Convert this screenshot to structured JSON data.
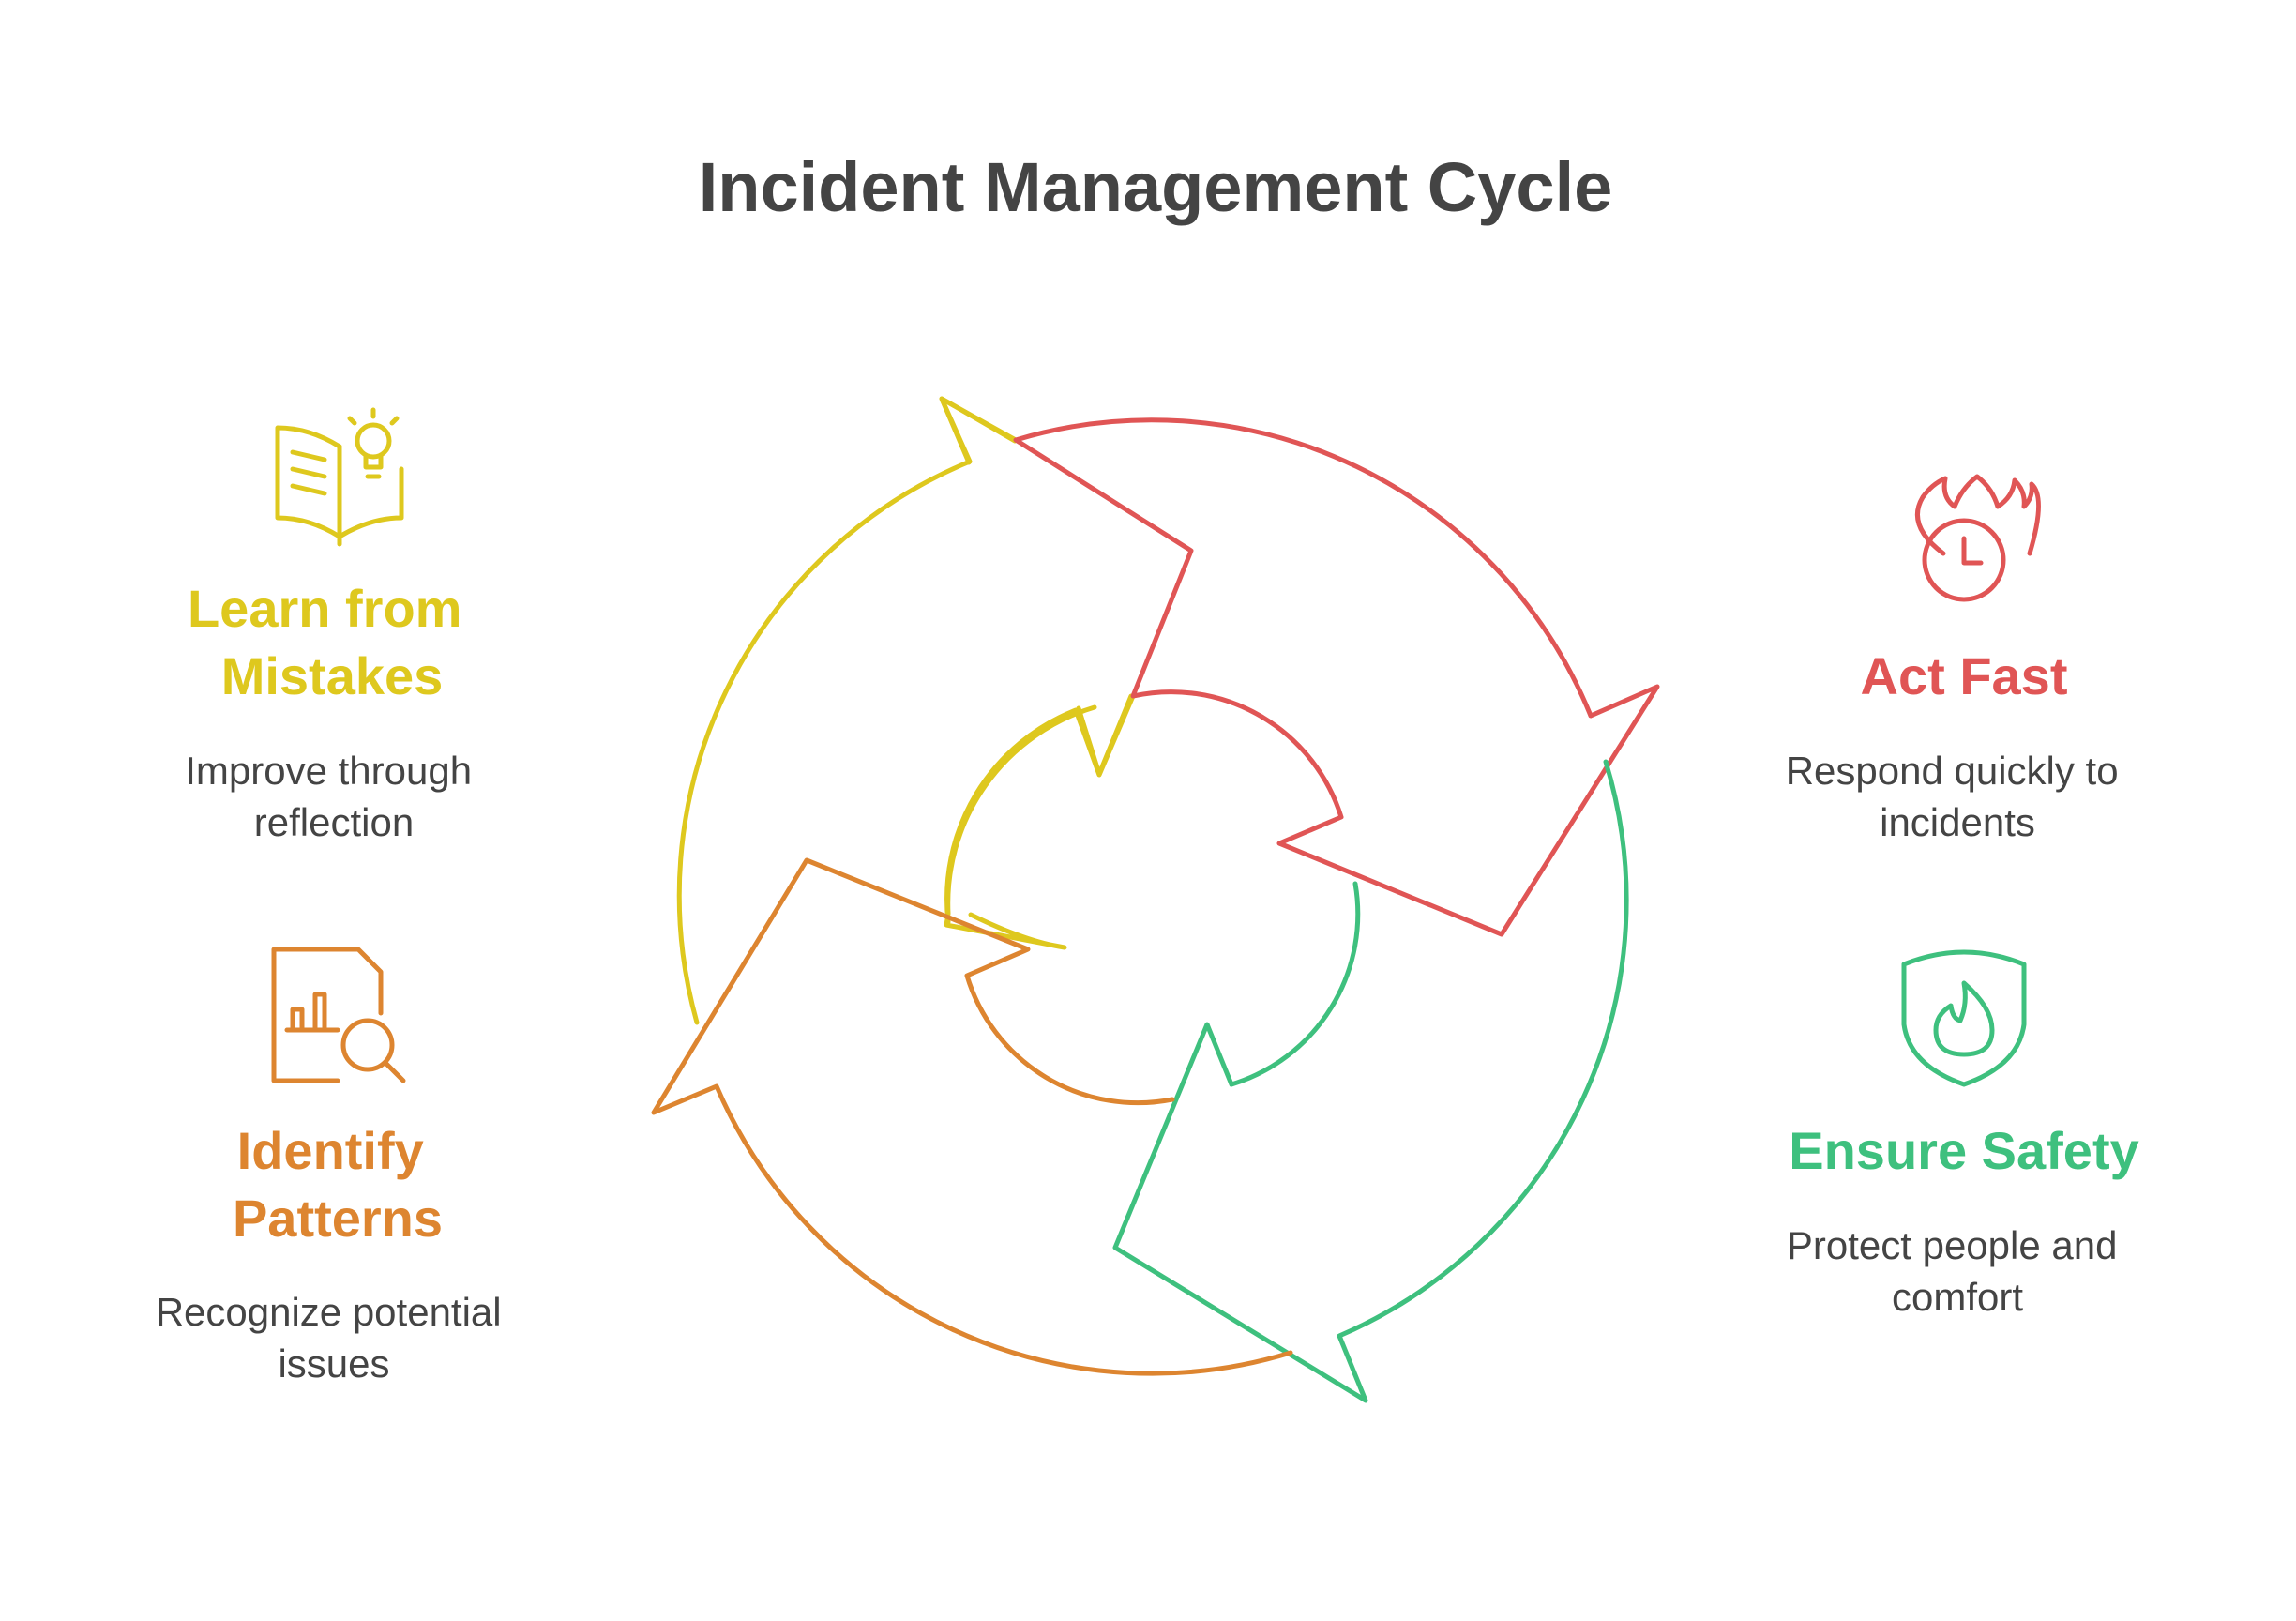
{
  "title": "Incident Management Cycle",
  "colors": {
    "title": "#444444",
    "text": "#444444",
    "yellow": "#DEC81E",
    "red": "#E05555",
    "green": "#3EC07E",
    "orange": "#DD8530"
  },
  "steps": [
    {
      "id": "learn",
      "title_lines": [
        "Learn from",
        "Mistakes"
      ],
      "desc_lines": [
        "Improve through",
        "reflection"
      ],
      "color": "#DEC81E",
      "icon": "book-lightbulb-icon"
    },
    {
      "id": "act",
      "title_lines": [
        "Act Fast"
      ],
      "desc_lines": [
        "Respond quickly to",
        "incidents"
      ],
      "color": "#E05555",
      "icon": "fire-clock-icon"
    },
    {
      "id": "identify",
      "title_lines": [
        "Identify",
        "Patterns"
      ],
      "desc_lines": [
        "Recognize potential",
        "issues"
      ],
      "color": "#DD8530",
      "icon": "document-chart-search-icon"
    },
    {
      "id": "ensure",
      "title_lines": [
        "Ensure Safety"
      ],
      "desc_lines": [
        "Protect people and",
        "comfort"
      ],
      "color": "#3EC07E",
      "icon": "shield-flame-icon"
    }
  ]
}
